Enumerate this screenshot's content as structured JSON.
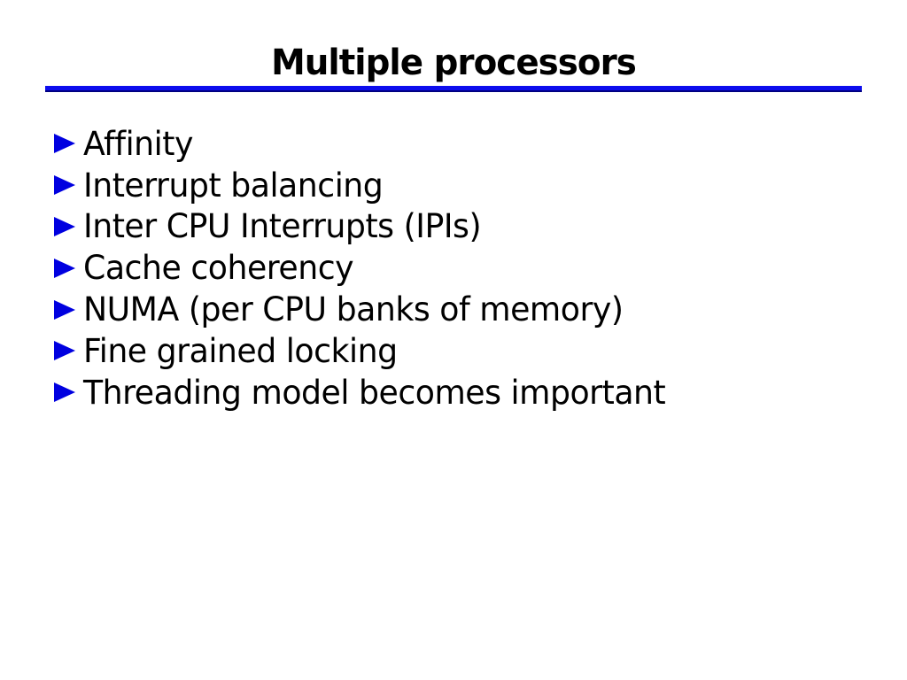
{
  "slide": {
    "title": "Multiple processors",
    "bullets": [
      "Affinity",
      "Interrupt balancing",
      "Inter CPU Interrupts (IPIs)",
      "Cache coherency",
      "NUMA (per CPU banks of memory)",
      "Fine grained locking",
      "Threading model becomes important"
    ],
    "colors": {
      "bullet": "#0000e0",
      "rule_top": "#0d0dee",
      "rule_bottom": "#000080",
      "text": "#000000",
      "background": "#ffffff"
    }
  }
}
